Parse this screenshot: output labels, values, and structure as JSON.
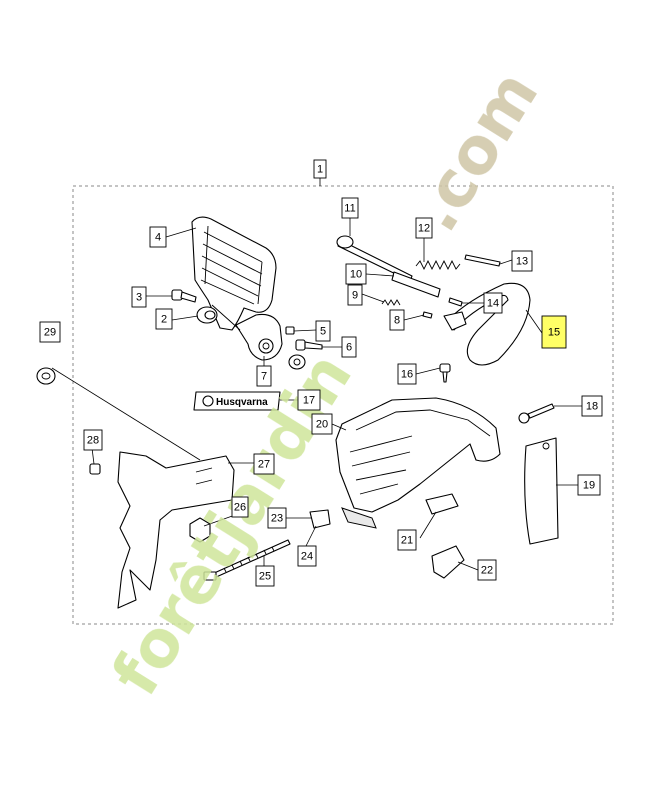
{
  "watermark": {
    "text_forest": "forêtjardin",
    "text_com": ".com",
    "color_green": "#cfe59a",
    "color_brown": "#cfc6a6"
  },
  "decal_text": "Husqvarna",
  "callouts": [
    {
      "id": "c1",
      "num": "1",
      "highlight": false
    },
    {
      "id": "c2",
      "num": "2",
      "highlight": false
    },
    {
      "id": "c3",
      "num": "3",
      "highlight": false
    },
    {
      "id": "c4",
      "num": "4",
      "highlight": false
    },
    {
      "id": "c5",
      "num": "5",
      "highlight": false
    },
    {
      "id": "c6",
      "num": "6",
      "highlight": false
    },
    {
      "id": "c7",
      "num": "7",
      "highlight": false
    },
    {
      "id": "c8",
      "num": "8",
      "highlight": false
    },
    {
      "id": "c9",
      "num": "9",
      "highlight": false
    },
    {
      "id": "c10",
      "num": "10",
      "highlight": false
    },
    {
      "id": "c11",
      "num": "11",
      "highlight": false
    },
    {
      "id": "c12",
      "num": "12",
      "highlight": false
    },
    {
      "id": "c13",
      "num": "13",
      "highlight": false
    },
    {
      "id": "c14",
      "num": "14",
      "highlight": false
    },
    {
      "id": "c15",
      "num": "15",
      "highlight": true
    },
    {
      "id": "c16",
      "num": "16",
      "highlight": false
    },
    {
      "id": "c17",
      "num": "17",
      "highlight": false
    },
    {
      "id": "c18",
      "num": "18",
      "highlight": false
    },
    {
      "id": "c19",
      "num": "19",
      "highlight": false
    },
    {
      "id": "c20",
      "num": "20",
      "highlight": false
    },
    {
      "id": "c21",
      "num": "21",
      "highlight": false
    },
    {
      "id": "c22",
      "num": "22",
      "highlight": false
    },
    {
      "id": "c23",
      "num": "23",
      "highlight": false
    },
    {
      "id": "c24",
      "num": "24",
      "highlight": false
    },
    {
      "id": "c25",
      "num": "25",
      "highlight": false
    },
    {
      "id": "c26",
      "num": "26",
      "highlight": false
    },
    {
      "id": "c27",
      "num": "27",
      "highlight": false
    },
    {
      "id": "c28",
      "num": "28",
      "highlight": false
    },
    {
      "id": "c29",
      "num": "29",
      "highlight": false
    }
  ]
}
